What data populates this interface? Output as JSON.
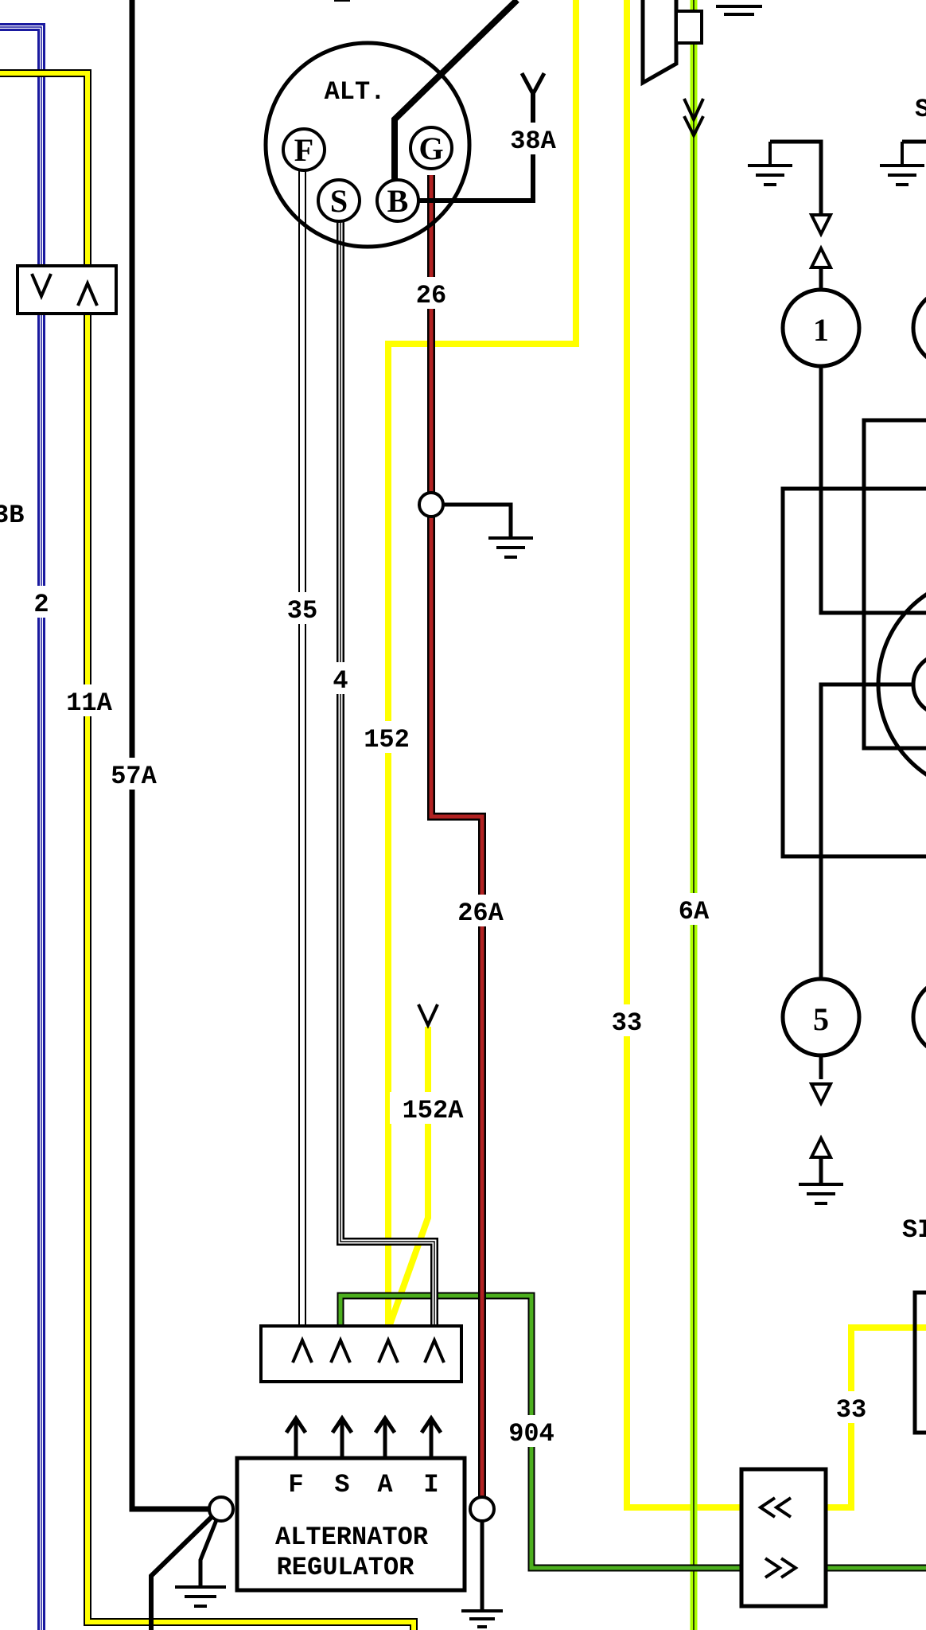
{
  "colors": {
    "black": "#000000",
    "yellow": "#ffff00",
    "red": "#b22222",
    "green": "#4caf1e",
    "lime": "#aaff00",
    "blue": "#1a1aa0",
    "white": "#ffffff"
  },
  "alternator": {
    "label": "ALT.",
    "terminals": {
      "f": "F",
      "s": "S",
      "b": "B",
      "g": "G"
    }
  },
  "regulator": {
    "line1": "ALTERNATOR",
    "line2": "REGULATOR",
    "pins": [
      "F",
      "S",
      "A",
      "I"
    ]
  },
  "wires": {
    "w38a": "38A",
    "w26": "26",
    "w26a": "26A",
    "w35": "35",
    "w4": "4",
    "w152": "152",
    "w152a": "152A",
    "w2": "2",
    "w3b_partial": "3B",
    "w11a": "11A",
    "w57a": "57A",
    "w33": "33",
    "w33b": "33",
    "w6a": "6A",
    "w904": "904"
  },
  "connectors": {
    "c1": "1",
    "c5": "5",
    "c5_inner": "5"
  },
  "partial": {
    "top_right": "S",
    "right_mid": "SI"
  }
}
